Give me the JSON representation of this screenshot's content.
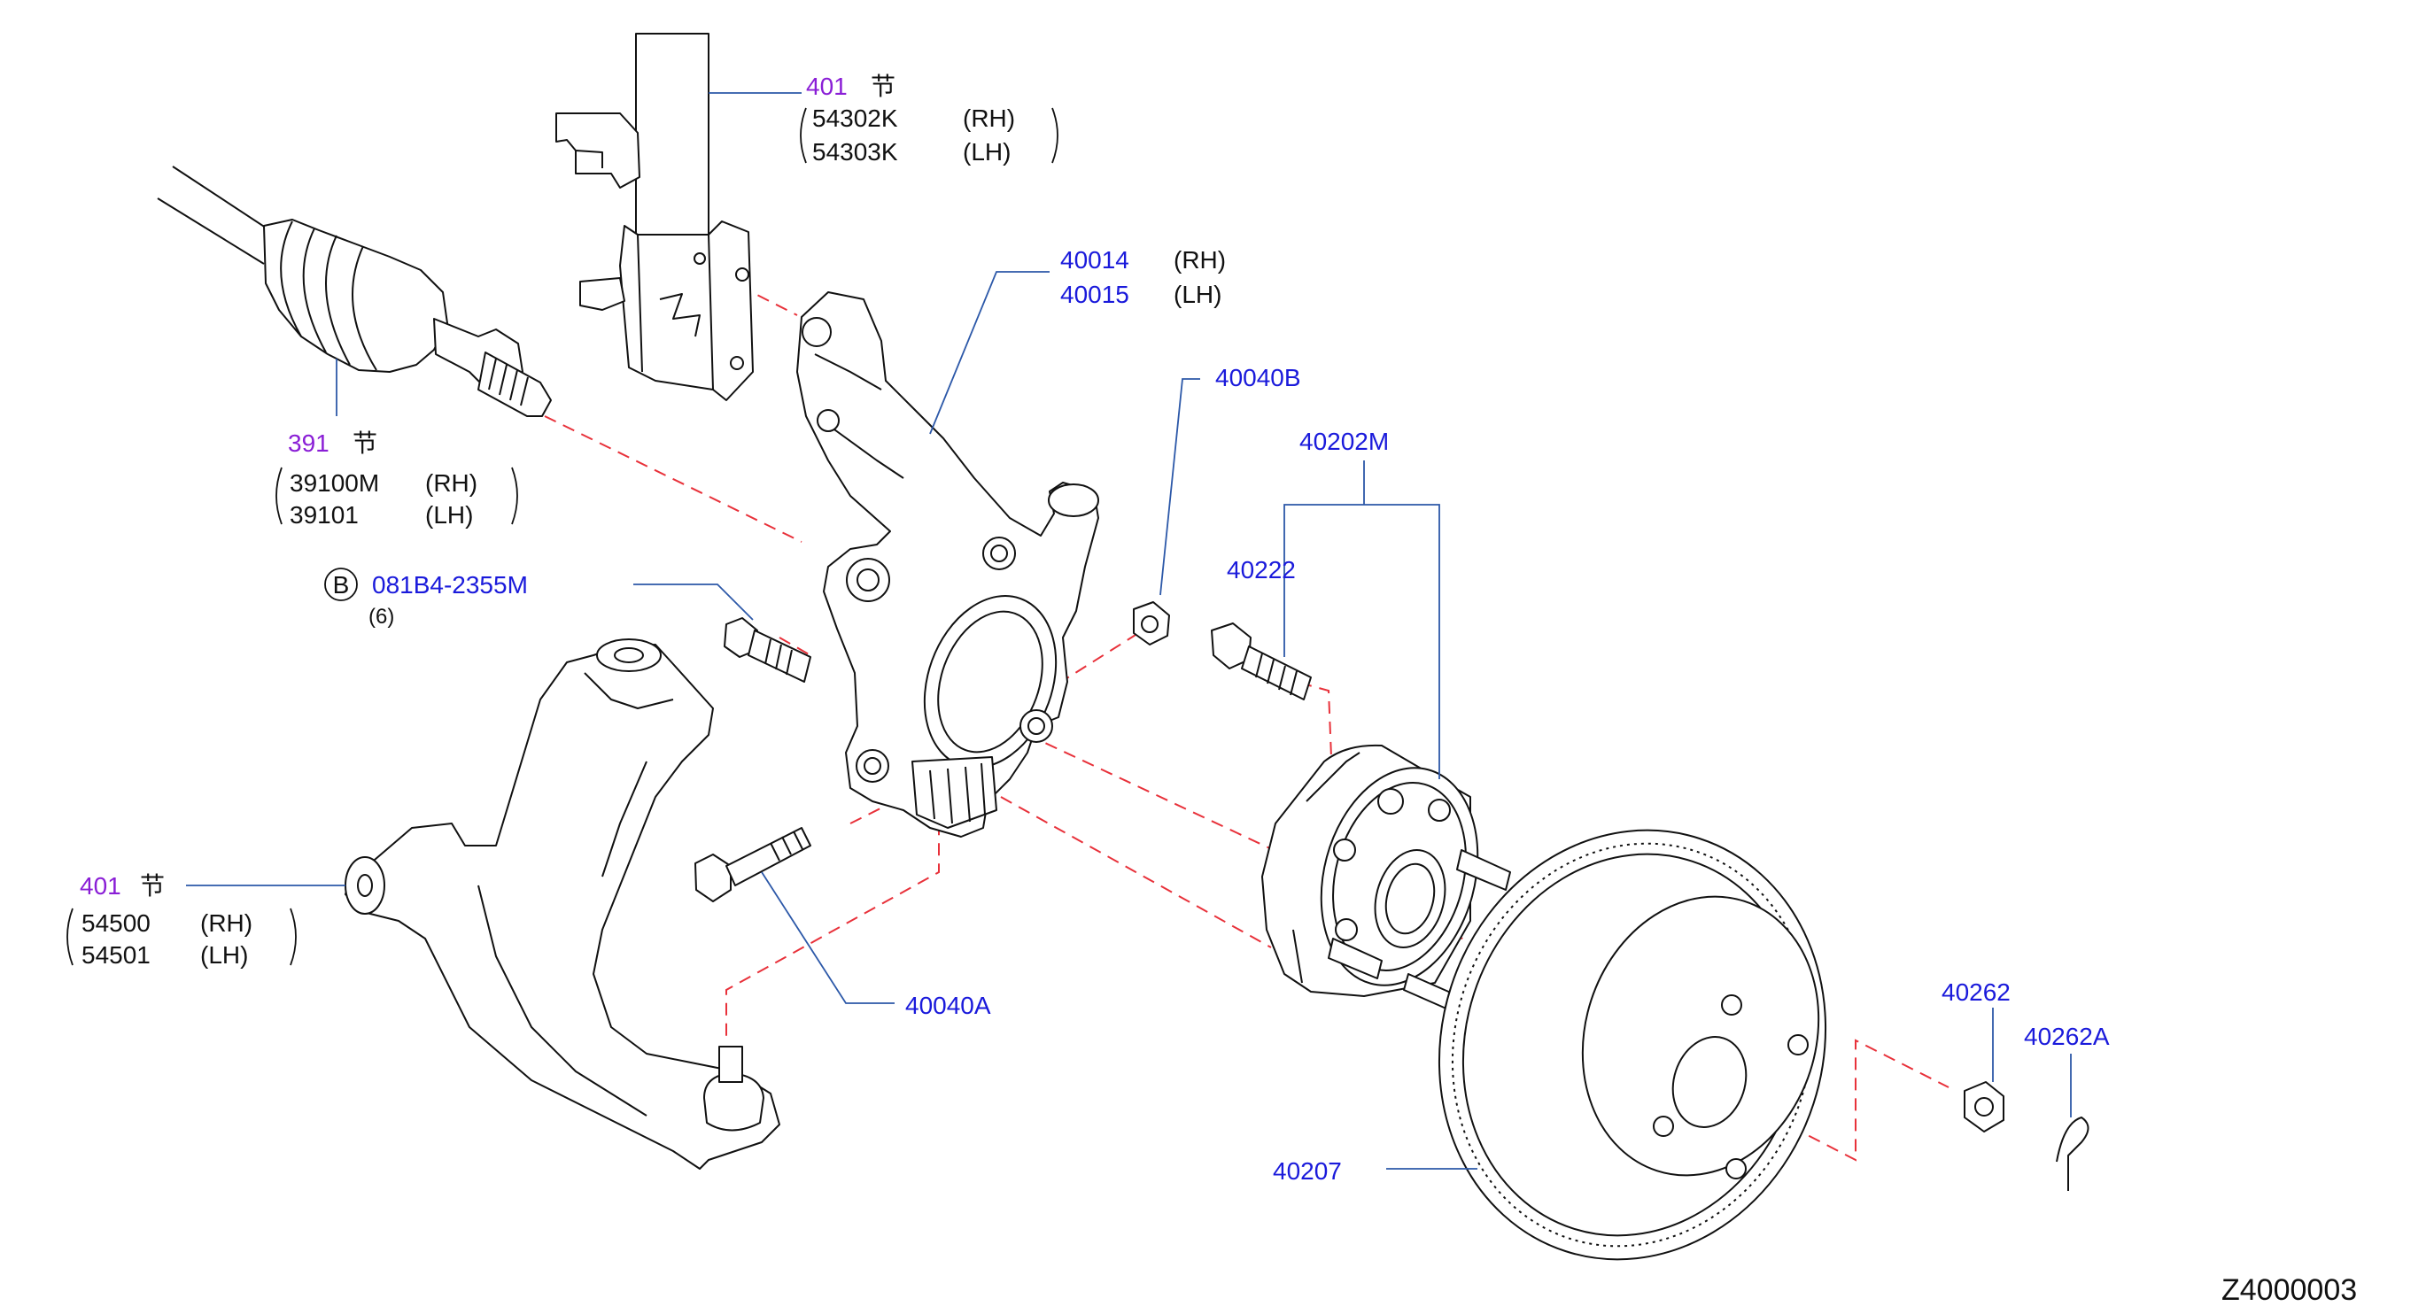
{
  "diagram_id": "Z4000003",
  "colors": {
    "ref_blue": "#1a1adb",
    "ref_purple": "#8a1ed6",
    "leader": "#2c58a8",
    "centerline": "#e8313a",
    "text": "#111111"
  },
  "strut": {
    "ref": "401",
    "mark": "节",
    "pn_rh": "54302K",
    "side_rh": "(RH)",
    "pn_lh": "54303K",
    "side_lh": "(LH)"
  },
  "driveshaft": {
    "ref": "391",
    "mark": "节",
    "pn_rh": "39100M",
    "side_rh": "(RH)",
    "pn_lh": "39101",
    "side_lh": "(LH)"
  },
  "bolt_b": {
    "circle_letter": "B",
    "ref": "081B4-2355M",
    "qty": "(6)"
  },
  "lower_arm": {
    "ref": "401",
    "mark": "节",
    "pn_rh": "54500",
    "side_rh": "(RH)",
    "pn_lh": "54501",
    "side_lh": "(LH)"
  },
  "knuckle": {
    "pn_rh": "40014",
    "side_rh": "(RH)",
    "pn_lh": "40015",
    "side_lh": "(LH)"
  },
  "labels": {
    "nut_40040b": "40040B",
    "hub_assy": "40202M",
    "hub_bolt": "40222",
    "bolt_40040a": "40040A",
    "rotor": "40207",
    "axle_nut": "40262",
    "cotter_pin": "40262A"
  }
}
